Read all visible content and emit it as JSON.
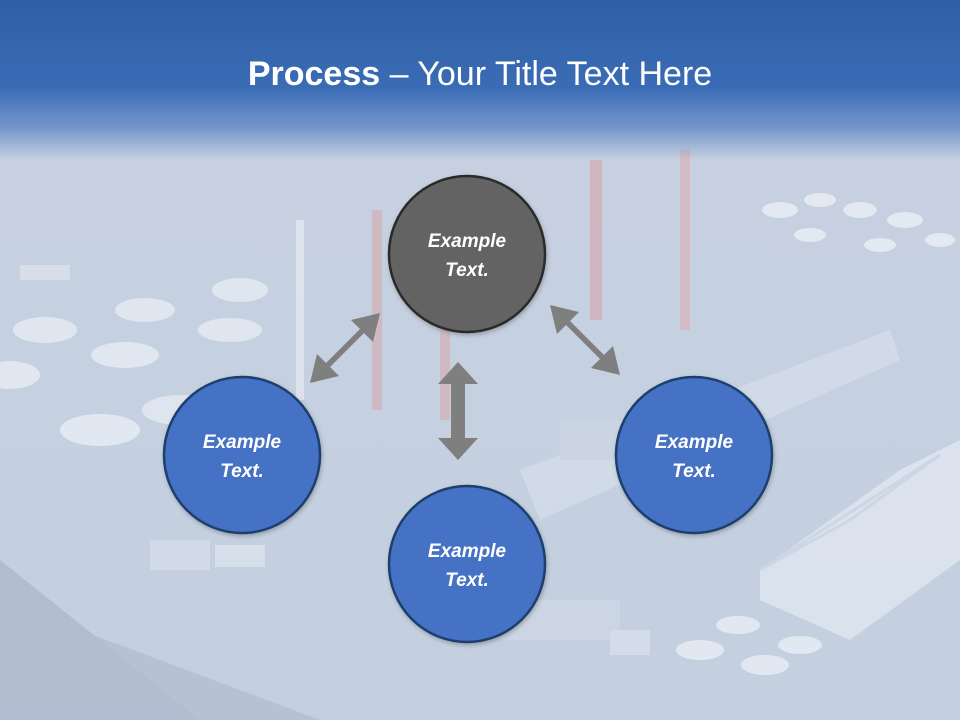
{
  "slide": {
    "title_bold": "Process",
    "title_rest": " – Your Title Text Here"
  },
  "nodes": [
    {
      "id": "top",
      "line1": "Example",
      "line2": "Text.",
      "fill": "#646464"
    },
    {
      "id": "left",
      "line1": "Example",
      "line2": "Text.",
      "fill": "#4472c4"
    },
    {
      "id": "bottom",
      "line1": "Example",
      "line2": "Text.",
      "fill": "#4472c4"
    },
    {
      "id": "right",
      "line1": "Example",
      "line2": "Text.",
      "fill": "#4472c4"
    }
  ],
  "colors": {
    "header": "#3366b0",
    "node_stroke": "#1f3f6e",
    "arrow": "#7f7f7f"
  }
}
